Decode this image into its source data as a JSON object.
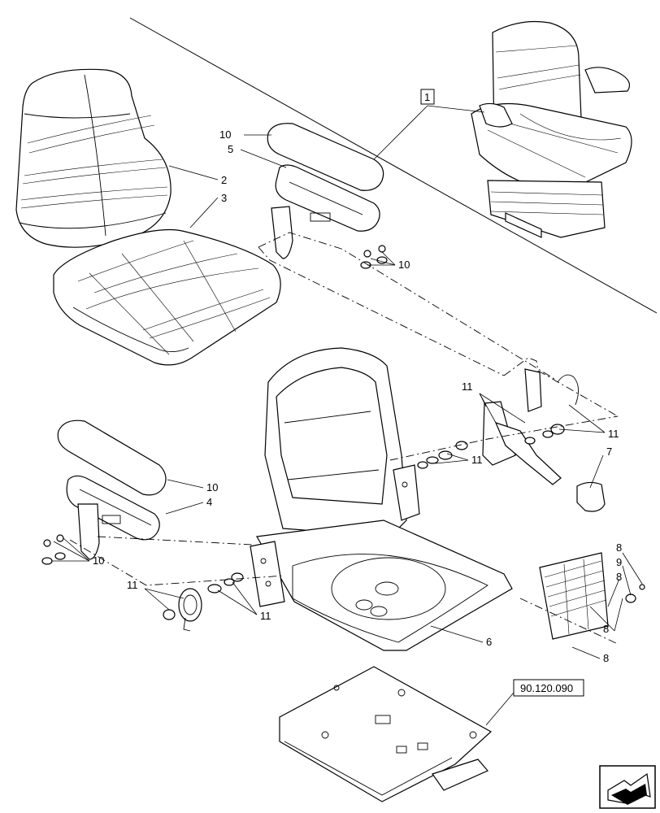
{
  "callouts": {
    "c1": "1",
    "c2": "2",
    "c3": "3",
    "c4": "4",
    "c5": "5",
    "c6": "6",
    "c7": "7",
    "c8a": "8",
    "c8b": "8",
    "c8c": "8",
    "c8d": "8",
    "c9": "9",
    "c10a": "10",
    "c10b": "10",
    "c10c": "10",
    "c10d": "10",
    "c11a": "11",
    "c11b": "11",
    "c11c": "11",
    "c11d": "11",
    "c11e": "11"
  },
  "reference_box": "90.120.090",
  "nav_icon": "next-page-arrow-icon"
}
